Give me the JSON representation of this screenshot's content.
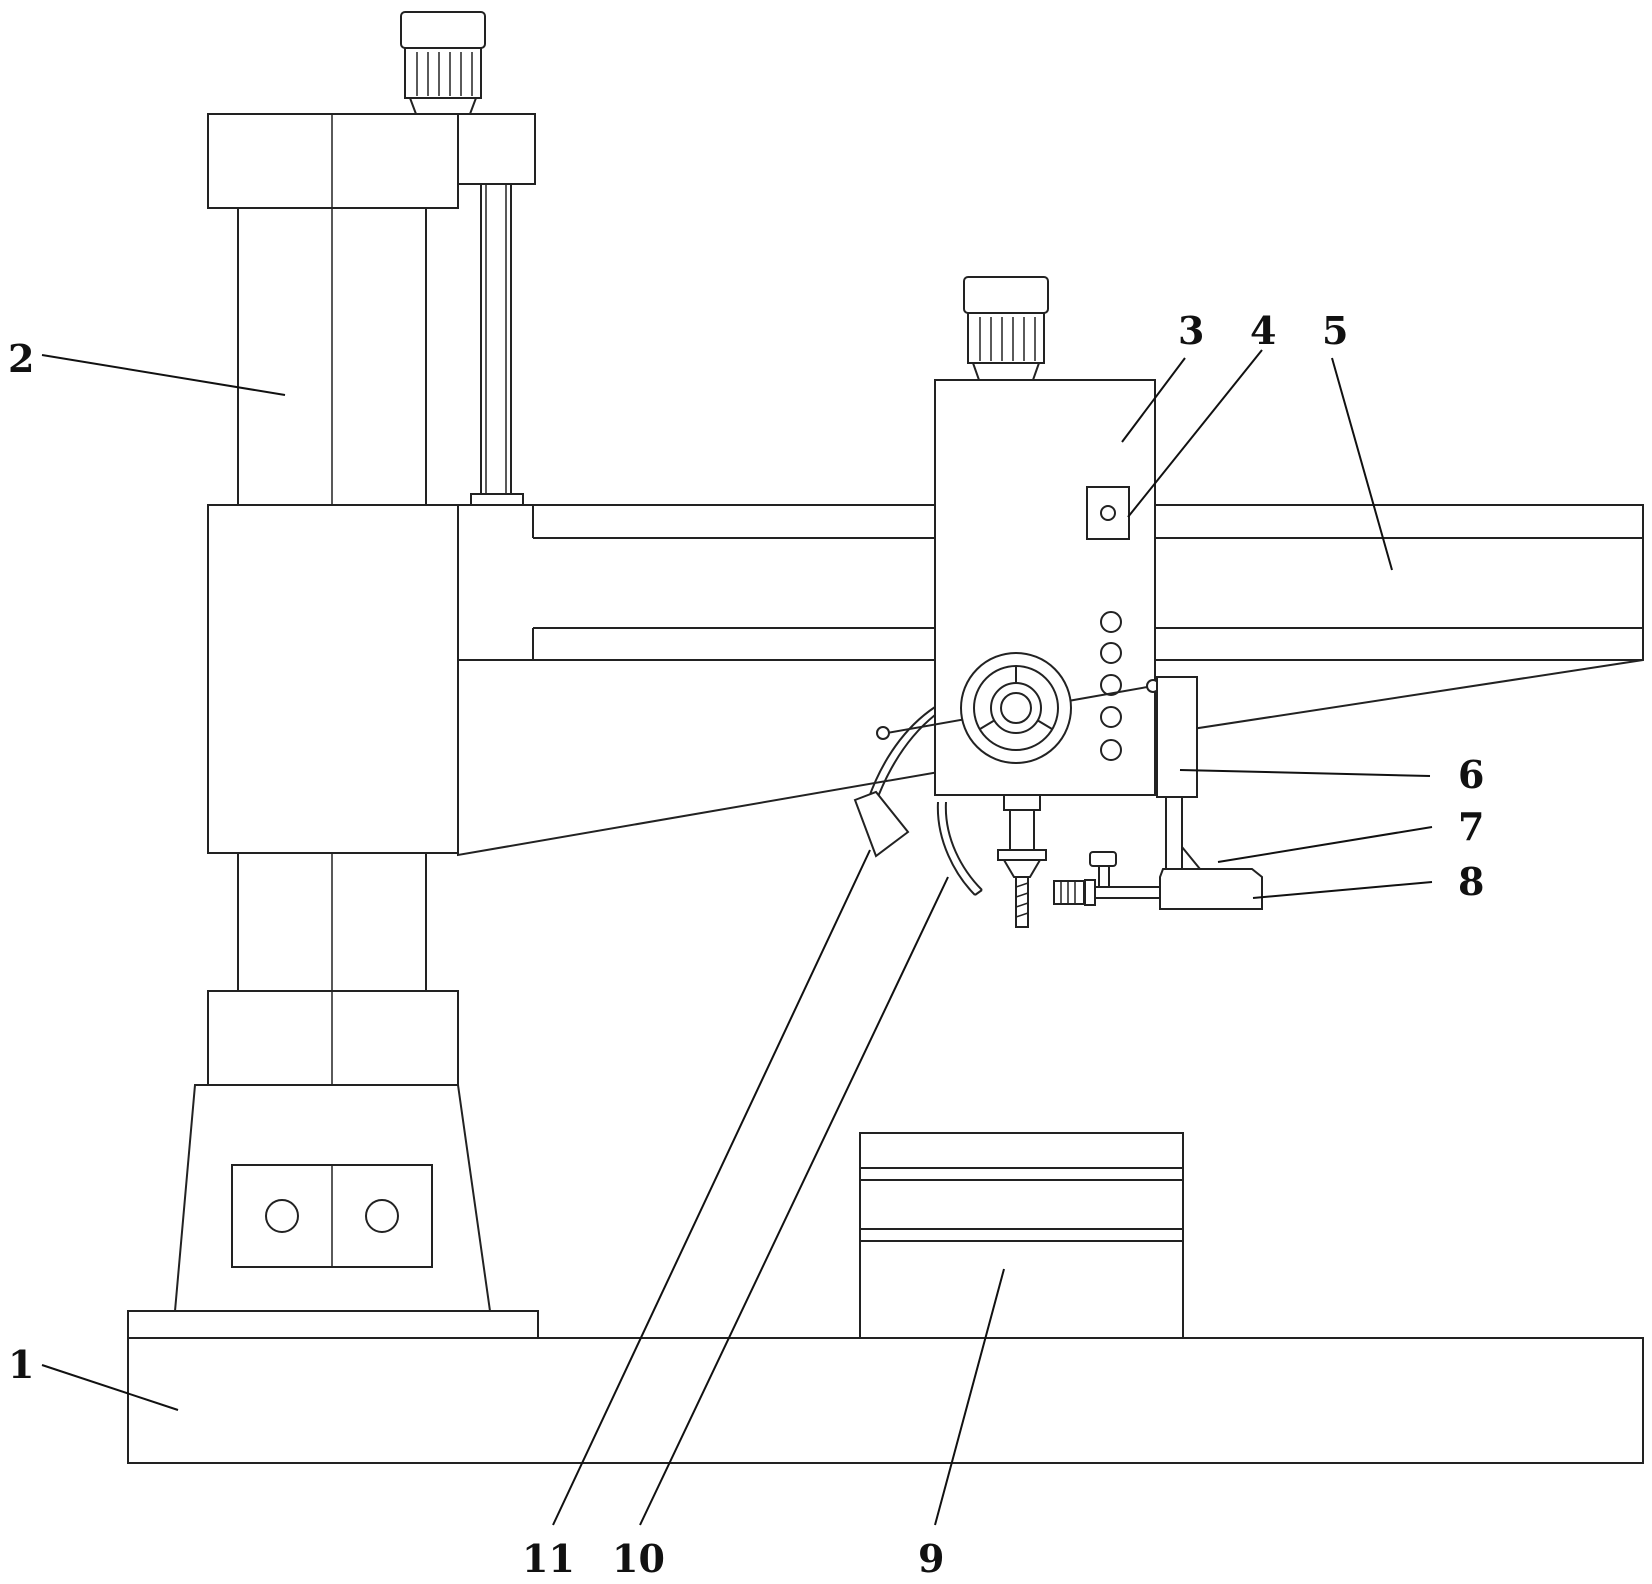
{
  "figure": {
    "type": "mechanical patent drawing",
    "subject": "radial drilling machine",
    "line_color": "#222222",
    "background": "#ffffff"
  },
  "callouts": [
    {
      "id": "1",
      "label": "1"
    },
    {
      "id": "2",
      "label": "2"
    },
    {
      "id": "3",
      "label": "3"
    },
    {
      "id": "4",
      "label": "4"
    },
    {
      "id": "5",
      "label": "5"
    },
    {
      "id": "6",
      "label": "6"
    },
    {
      "id": "7",
      "label": "7"
    },
    {
      "id": "8",
      "label": "8"
    },
    {
      "id": "9",
      "label": "9"
    },
    {
      "id": "10",
      "label": "10"
    },
    {
      "id": "11",
      "label": "11"
    }
  ]
}
